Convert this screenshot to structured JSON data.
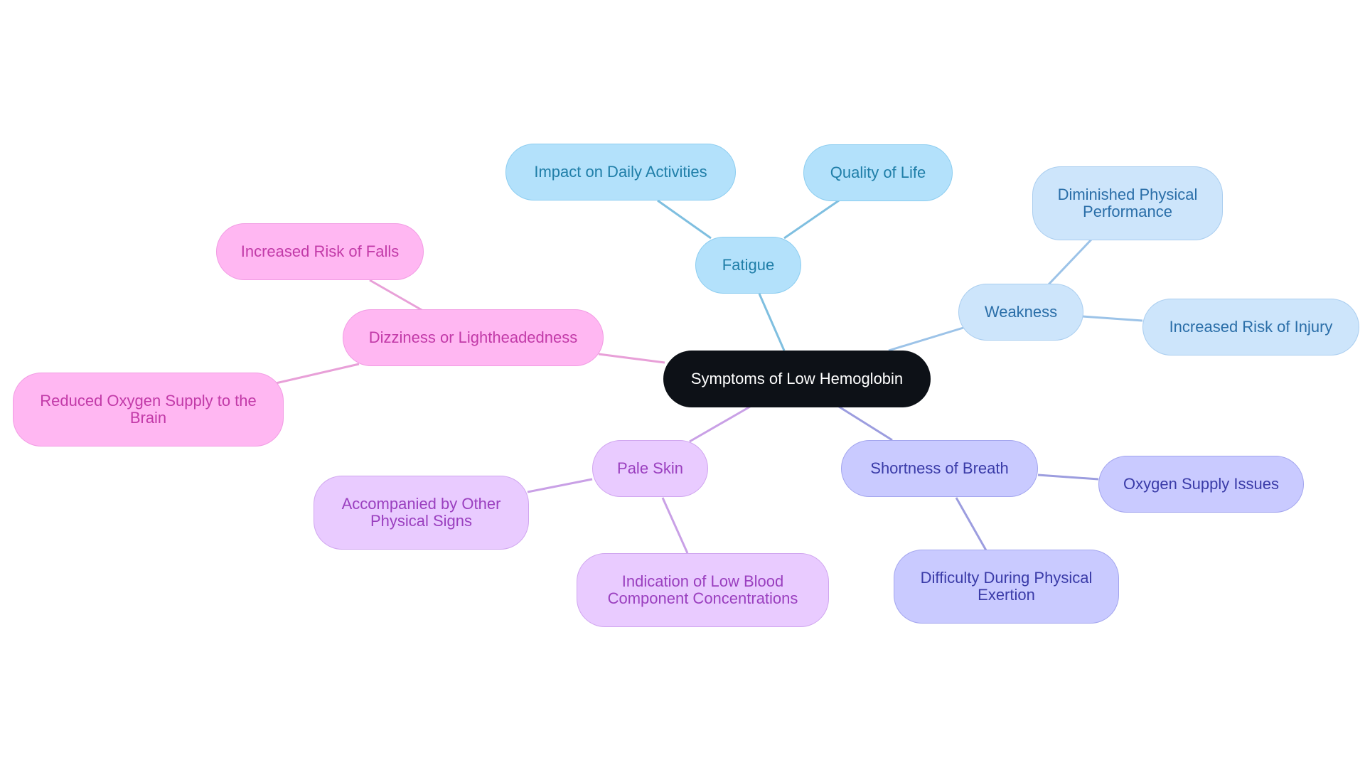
{
  "diagram": {
    "root": "Symptoms of Low Hemoglobin",
    "branches": [
      {
        "label": "Fatigue",
        "color": "#7fbfe0",
        "children": [
          "Impact on Daily Activities",
          "Quality of Life"
        ]
      },
      {
        "label": "Weakness",
        "color": "#9cc3e8",
        "children": [
          "Diminished Physical Performance",
          "Increased Risk of Injury"
        ]
      },
      {
        "label": "Shortness of Breath",
        "color": "#9c9ddf",
        "children": [
          "Oxygen Supply Issues",
          "Difficulty During Physical Exertion"
        ]
      },
      {
        "label": "Pale Skin",
        "color": "#c9a0e6",
        "children": [
          "Accompanied by Other Physical Signs",
          "Indication of Low Blood Component Concentrations"
        ]
      },
      {
        "label": "Dizziness or Lightheadedness",
        "color": "#e8a0d8",
        "children": [
          "Increased Risk of Falls",
          "Reduced Oxygen Supply to the Brain"
        ]
      }
    ]
  }
}
